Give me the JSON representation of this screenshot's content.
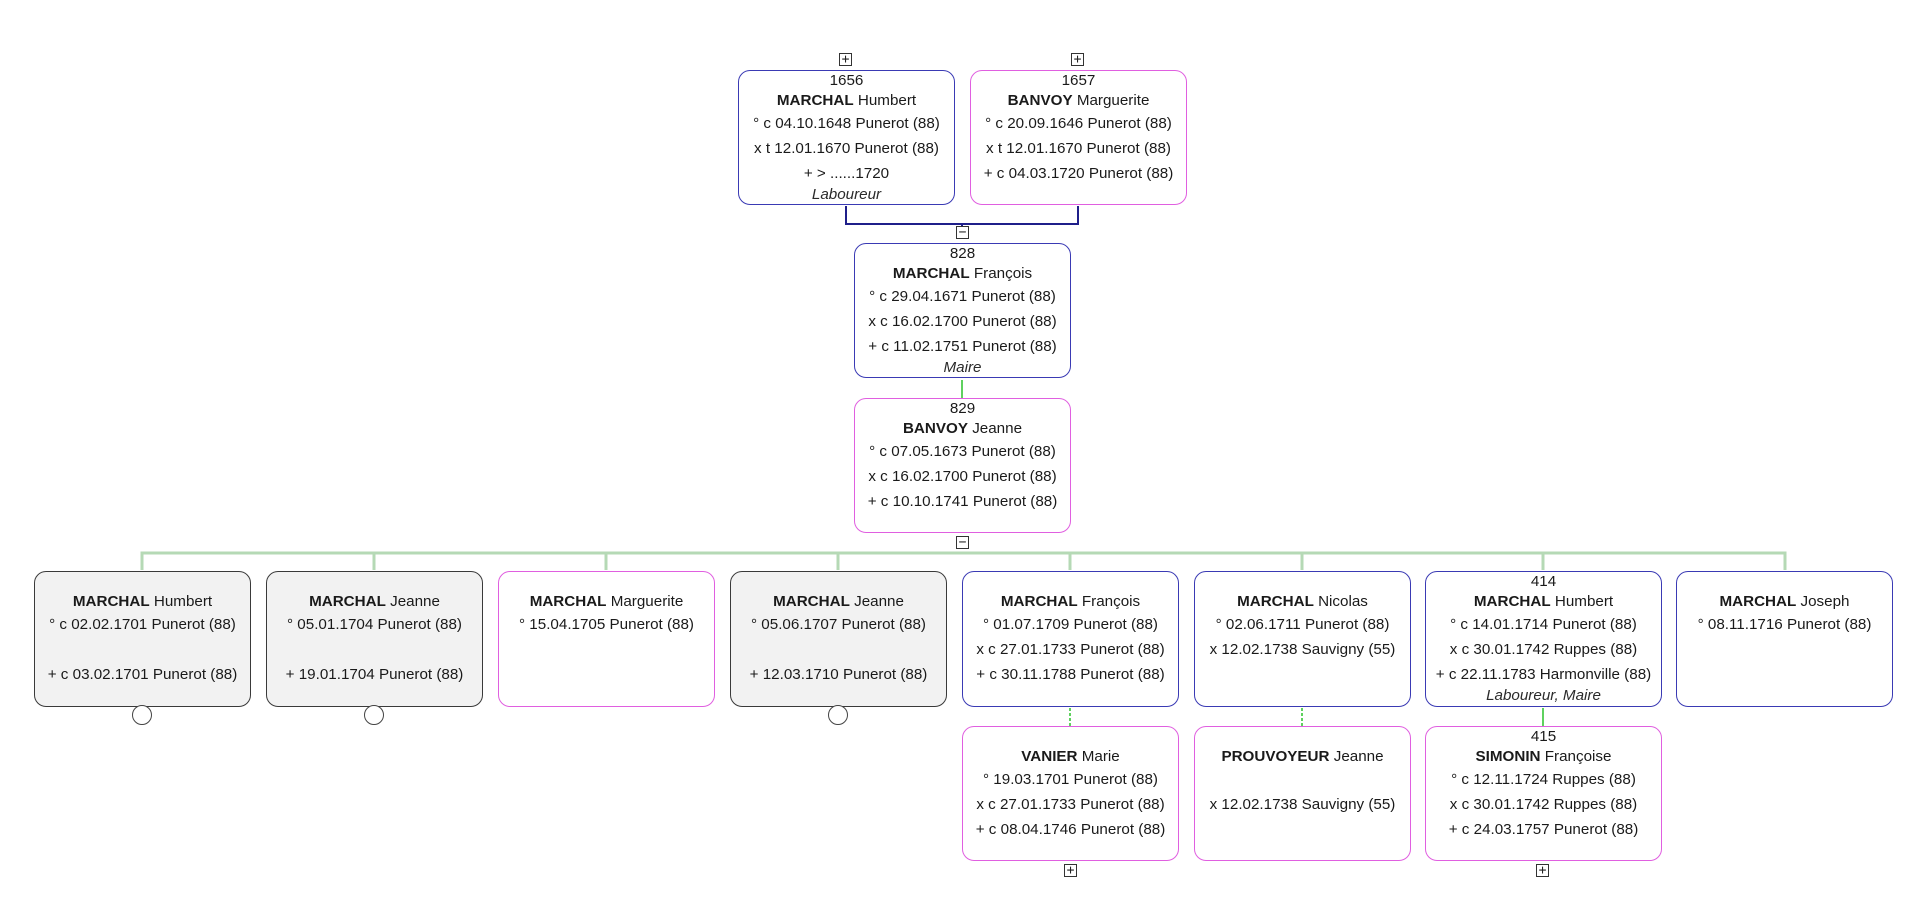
{
  "persons": {
    "p1656": {
      "num": "1656",
      "surname": "MARCHAL",
      "given": "Humbert",
      "sex": "male",
      "lines": [
        "° c 04.10.1648 Punerot (88)",
        "x t 12.01.1670 Punerot (88)",
        "+ > ......1720"
      ],
      "occupation": "Laboureur"
    },
    "p1657": {
      "num": "1657",
      "surname": "BANVOY",
      "given": "Marguerite",
      "sex": "female",
      "lines": [
        "° c 20.09.1646 Punerot (88)",
        "x t 12.01.1670 Punerot (88)",
        "+ c 04.03.1720 Punerot (88)"
      ],
      "occupation": ""
    },
    "p828": {
      "num": "828",
      "surname": "MARCHAL",
      "given": "François",
      "sex": "male",
      "lines": [
        "° c 29.04.1671 Punerot (88)",
        "x c 16.02.1700 Punerot (88)",
        "+ c 11.02.1751 Punerot (88)"
      ],
      "occupation": "Maire"
    },
    "p829": {
      "num": "829",
      "surname": "BANVOY",
      "given": "Jeanne",
      "sex": "female",
      "lines": [
        "° c 07.05.1673 Punerot (88)",
        "x c 16.02.1700 Punerot (88)",
        "+ c 10.10.1741 Punerot (88)"
      ],
      "occupation": ""
    },
    "c1": {
      "num": "",
      "surname": "MARCHAL",
      "given": "Humbert",
      "sex": "dead",
      "lines": [
        "° c 02.02.1701 Punerot (88)",
        "",
        "+ c 03.02.1701 Punerot (88)"
      ],
      "occupation": ""
    },
    "c2": {
      "num": "",
      "surname": "MARCHAL",
      "given": "Jeanne",
      "sex": "dead",
      "lines": [
        "° 05.01.1704 Punerot (88)",
        "",
        "+ 19.01.1704 Punerot (88)"
      ],
      "occupation": ""
    },
    "c3": {
      "num": "",
      "surname": "MARCHAL",
      "given": "Marguerite",
      "sex": "female",
      "lines": [
        "° 15.04.1705 Punerot (88)",
        "",
        ""
      ],
      "occupation": ""
    },
    "c4": {
      "num": "",
      "surname": "MARCHAL",
      "given": "Jeanne",
      "sex": "dead",
      "lines": [
        "° 05.06.1707 Punerot (88)",
        "",
        "+ 12.03.1710 Punerot (88)"
      ],
      "occupation": ""
    },
    "c5": {
      "num": "",
      "surname": "MARCHAL",
      "given": "François",
      "sex": "male",
      "lines": [
        "° 01.07.1709 Punerot (88)",
        "x c 27.01.1733 Punerot (88)",
        "+ c 30.11.1788 Punerot (88)"
      ],
      "occupation": ""
    },
    "c6": {
      "num": "",
      "surname": "MARCHAL",
      "given": "Nicolas",
      "sex": "male",
      "lines": [
        "° 02.06.1711 Punerot (88)",
        "x 12.02.1738 Sauvigny (55)",
        ""
      ],
      "occupation": ""
    },
    "c7": {
      "num": "414",
      "surname": "MARCHAL",
      "given": "Humbert",
      "sex": "male",
      "lines": [
        "° c 14.01.1714 Punerot (88)",
        "x c 30.01.1742 Ruppes (88)",
        "+ c 22.11.1783 Harmonville (88)"
      ],
      "occupation": "Laboureur, Maire"
    },
    "c8": {
      "num": "",
      "surname": "MARCHAL",
      "given": "Joseph",
      "sex": "male",
      "lines": [
        "° 08.11.1716 Punerot (88)",
        "",
        ""
      ],
      "occupation": ""
    },
    "s5": {
      "num": "",
      "surname": "VANIER",
      "given": "Marie",
      "sex": "female",
      "lines": [
        "° 19.03.1701 Punerot (88)",
        "x c 27.01.1733 Punerot (88)",
        "+ c 08.04.1746 Punerot (88)"
      ],
      "occupation": ""
    },
    "s6": {
      "num": "",
      "surname": "PROUVOYEUR",
      "given": "Jeanne",
      "sex": "female",
      "lines": [
        "",
        "x 12.02.1738 Sauvigny (55)",
        ""
      ],
      "occupation": ""
    },
    "s7": {
      "num": "415",
      "surname": "SIMONIN",
      "given": "Françoise",
      "sex": "female",
      "lines": [
        "° c 12.11.1724 Ruppes (88)",
        "x c 30.01.1742 Ruppes (88)",
        "+ c 24.03.1757 Punerot (88)"
      ],
      "occupation": ""
    }
  },
  "controls": {
    "expand": "+",
    "collapse": "−"
  },
  "colors": {
    "male": "#3a3ab4",
    "female": "#e05fe0",
    "dead_border": "#3a3a3a",
    "dead_fill": "#f2f2f2",
    "parent_link": "#1f1f8a",
    "child_link": "#b5d9b5",
    "couple_link": "#5fd15f"
  }
}
